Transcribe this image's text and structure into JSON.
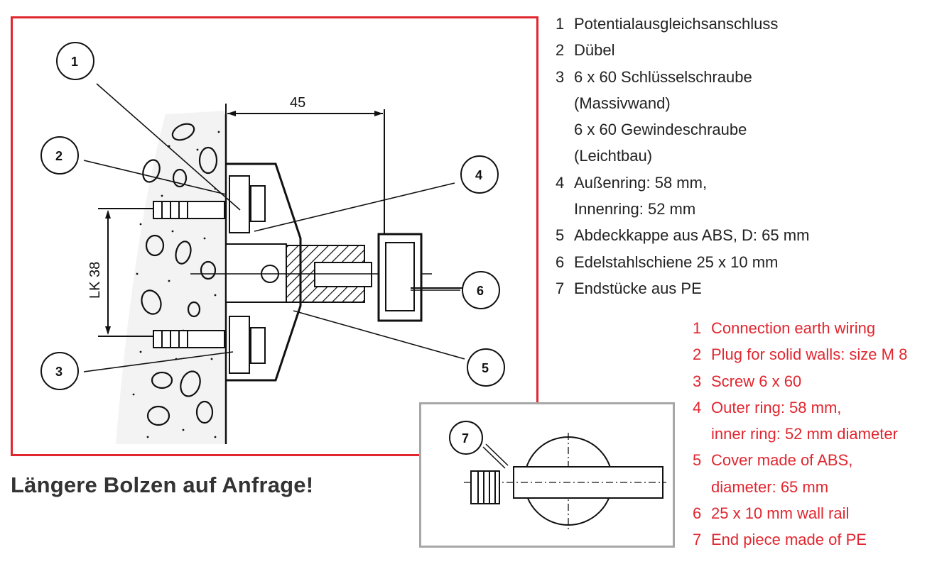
{
  "diagram": {
    "callouts": [
      "1",
      "2",
      "3",
      "4",
      "5",
      "6"
    ],
    "dimension_top": "45",
    "dimension_side": "LK 38",
    "inset_callout": "7"
  },
  "footnote": "Längere Bolzen auf Anfrage!",
  "legend_de": [
    {
      "num": "1",
      "lines": [
        "Potentialausgleichsanschluss"
      ]
    },
    {
      "num": "2",
      "lines": [
        "Dübel"
      ]
    },
    {
      "num": "3",
      "lines": [
        "6 x 60 Schlüsselschraube",
        "(Massivwand)",
        "6 x 60 Gewindeschraube",
        "(Leichtbau)"
      ]
    },
    {
      "num": "4",
      "lines": [
        "Außenring: 58 mm,",
        "Innenring: 52 mm"
      ]
    },
    {
      "num": "5",
      "lines": [
        "Abdeckkappe aus ABS, D: 65 mm"
      ]
    },
    {
      "num": "6",
      "lines": [
        "Edelstahlschiene 25 x 10 mm"
      ]
    },
    {
      "num": "7",
      "lines": [
        "Endstücke aus PE"
      ]
    }
  ],
  "legend_en": [
    {
      "num": "1",
      "lines": [
        "Connection earth wiring"
      ]
    },
    {
      "num": "2",
      "lines": [
        "Plug for solid walls: size M 8"
      ]
    },
    {
      "num": "3",
      "lines": [
        "Screw 6 x 60"
      ]
    },
    {
      "num": "4",
      "lines": [
        "Outer ring: 58 mm,",
        "inner ring: 52 mm diameter"
      ]
    },
    {
      "num": "5",
      "lines": [
        "Cover made of ABS,",
        "diameter: 65 mm"
      ]
    },
    {
      "num": "6",
      "lines": [
        "25 x 10 mm wall rail"
      ]
    },
    {
      "num": "7",
      "lines": [
        "End piece made of PE"
      ]
    }
  ],
  "colors": {
    "accent_red": "#e1262f",
    "inset_border": "#a7a7a7"
  }
}
